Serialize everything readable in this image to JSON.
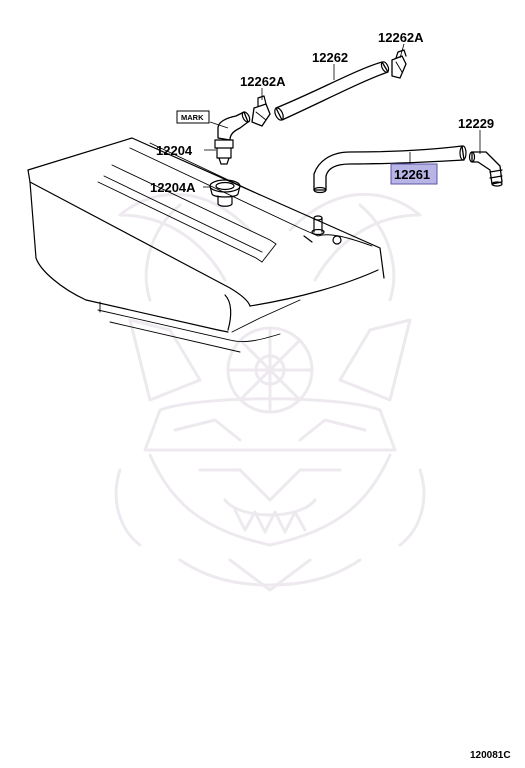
{
  "parts": {
    "p12262A_top": "12262A",
    "p12262": "12262",
    "p12262A_left": "12262A",
    "mark": "MARK",
    "p12204": "12204",
    "p12204A": "12204A",
    "p12229": "12229",
    "p12261": "12261"
  },
  "highlight_color": "#b8b4e6",
  "reference": "120081C"
}
